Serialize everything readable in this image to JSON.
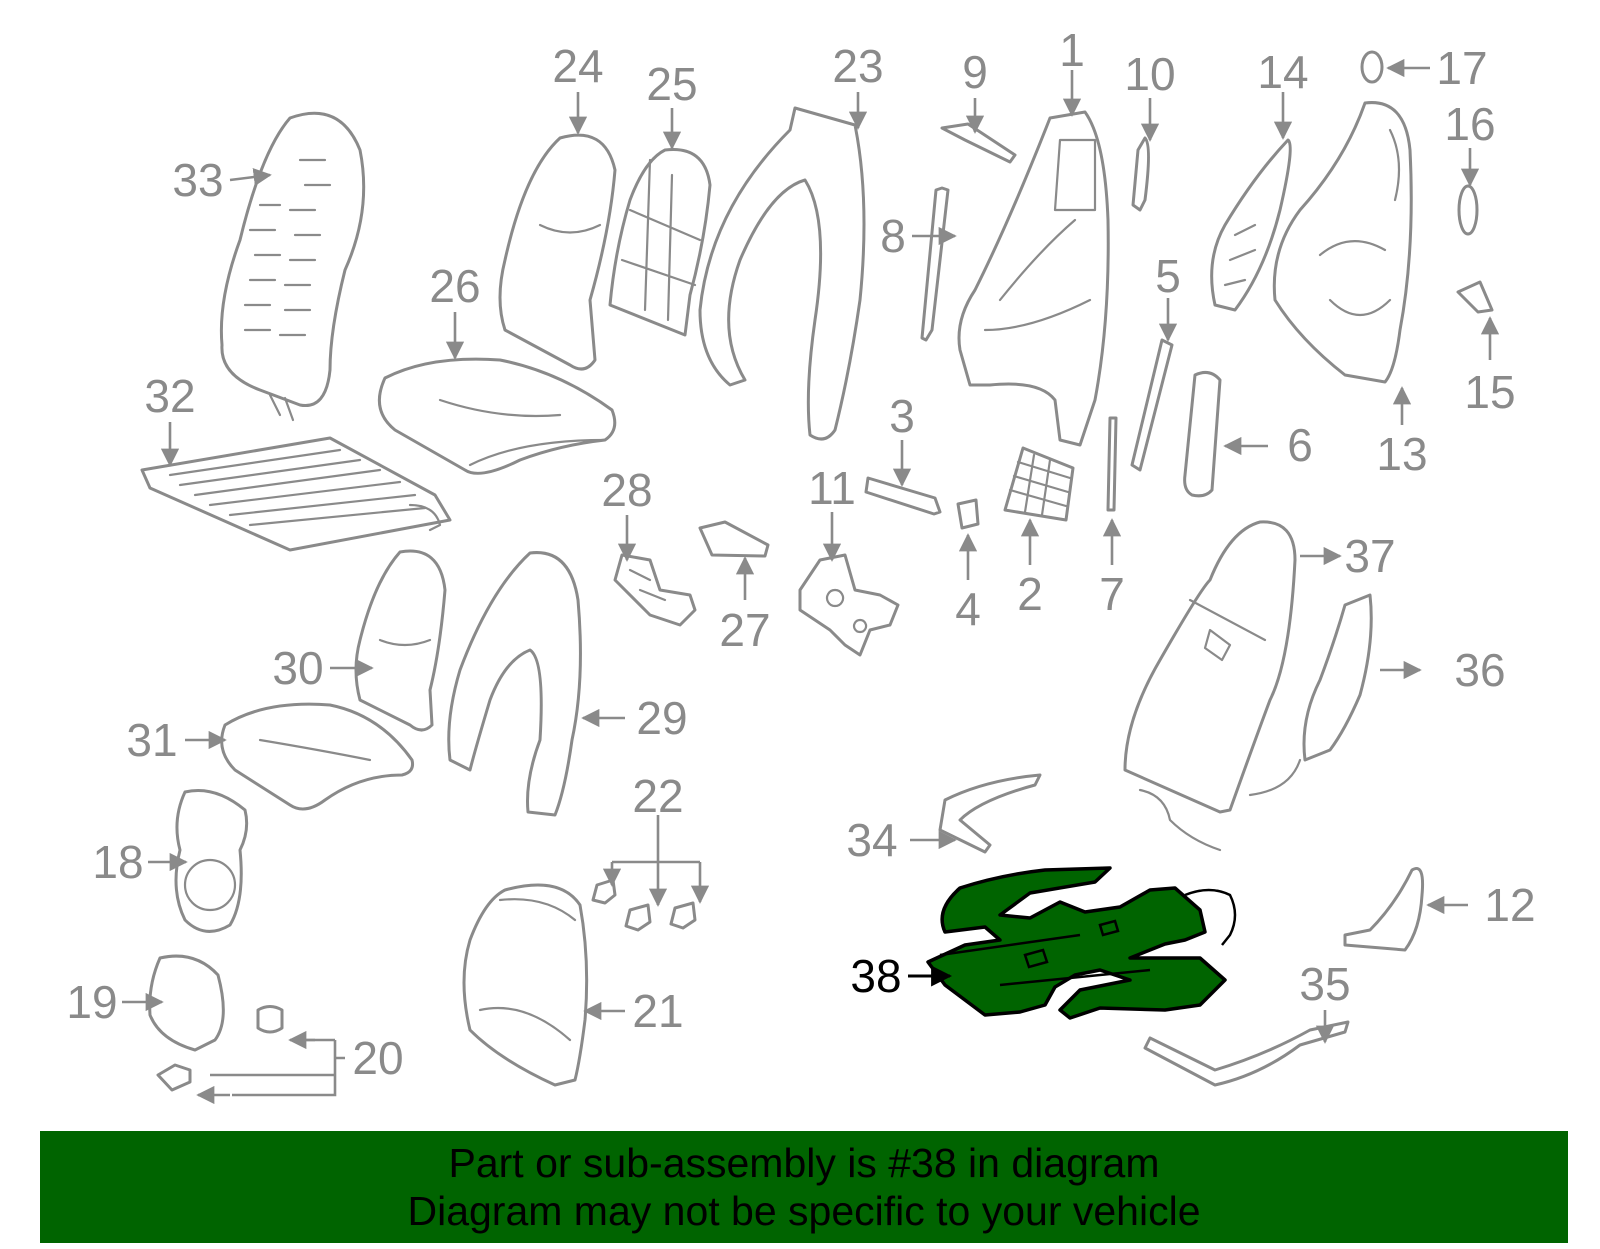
{
  "diagram": {
    "highlight_color": "#006400",
    "part_line_color": "#8a8a8a",
    "highlighted_part": "38",
    "callouts": {
      "n1": "1",
      "n2": "2",
      "n3": "3",
      "n4": "4",
      "n5": "5",
      "n6": "6",
      "n7": "7",
      "n8": "8",
      "n9": "9",
      "n10": "10",
      "n11": "11",
      "n12": "12",
      "n13": "13",
      "n14": "14",
      "n15": "15",
      "n16": "16",
      "n17": "17",
      "n18": "18",
      "n19": "19",
      "n20": "20",
      "n21": "21",
      "n22": "22",
      "n23": "23",
      "n24": "24",
      "n25": "25",
      "n26": "26",
      "n27": "27",
      "n28": "28",
      "n29": "29",
      "n30": "30",
      "n31": "31",
      "n32": "32",
      "n33": "33",
      "n34": "34",
      "n35": "35",
      "n36": "36",
      "n37": "37",
      "n38": "38"
    }
  },
  "banner": {
    "line1": "Part or sub-assembly is #38 in diagram",
    "line2": "Diagram may not be specific to your vehicle"
  }
}
